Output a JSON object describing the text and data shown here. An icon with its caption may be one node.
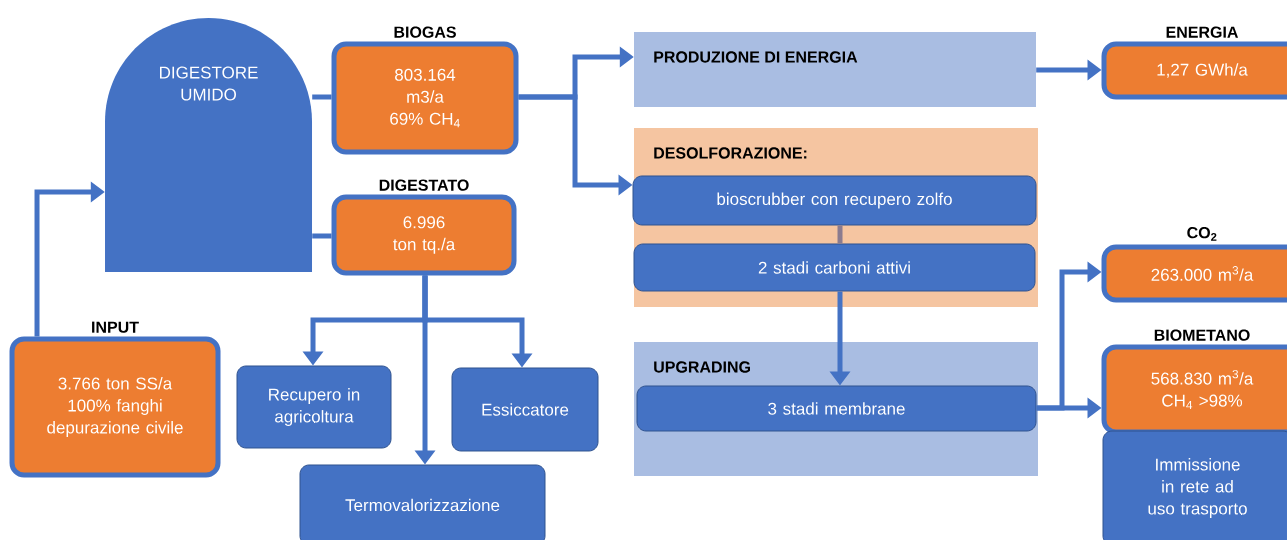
{
  "diagram": {
    "nodes": [
      {
        "text": [
          "DIGESTORE UMIDO"
        ]
      },
      {
        "text": [
          "BIOGAS",
          "803.164 m3/a 69% CH$_{4}$"
        ]
      },
      {
        "text": [
          "DIGESTATO",
          "6.996 ton tq./a"
        ]
      },
      {
        "text": [
          "INPUT",
          "3.766 ton SS/a 100% fanghi depurazione civile"
        ]
      },
      {
        "text": [
          "Recupero in agricoltura"
        ]
      },
      {
        "text": [
          "Essiccatore"
        ]
      },
      {
        "text": [
          "Termovalorizzazione"
        ]
      },
      {
        "text": [
          "PRODUZIONE DI ENERGIA"
        ]
      },
      {
        "text": [
          "DESOLFORAZIONE:"
        ]
      },
      {
        "text": [
          "bioscrubber con recupero zolfo"
        ],
        "in": 8
      },
      {
        "text": [
          "2 stadi carboni attivi"
        ],
        "in": 8
      },
      {
        "text": [
          "UPGRADING"
        ]
      },
      {
        "text": [
          "3 stadi membrane"
        ],
        "in": 11
      },
      {
        "text": [
          "ENERGIA",
          "1,27 GWh/a"
        ]
      },
      {
        "text": [
          "CO$_{2}$",
          "263.000 m$^{3}$/a"
        ]
      },
      {
        "text": [
          "BIOMETANO",
          "568.830 m$^{3}$/a CH$_{4}$ >98%"
        ]
      },
      {
        "text": [
          "Immissione in rete ad uso trasporto"
        ]
      }
    ],
    "edges": [
      {
        "from": 3,
        "to": 0,
        "arrow": "to"
      },
      {
        "from": 0,
        "to": 1,
        "arrow": "none"
      },
      {
        "from": 0,
        "to": 2,
        "arrow": "none"
      },
      {
        "from": 1,
        "to": 7,
        "arrow": "to"
      },
      {
        "from": 1,
        "to": 9,
        "arrow": "to"
      },
      {
        "from": 2,
        "to": 4,
        "arrow": "to"
      },
      {
        "from": 2,
        "to": 6,
        "arrow": "to"
      },
      {
        "from": 2,
        "to": 5,
        "arrow": "to"
      },
      {
        "from": 9,
        "to": 10,
        "arrow": "none",
        "color": "#8a7b8f"
      },
      {
        "from": 10,
        "to": 12,
        "arrow": "to"
      },
      {
        "from": 7,
        "to": 13,
        "arrow": "to"
      },
      {
        "from": 12,
        "to": 15,
        "arrow": "to"
      },
      {
        "from": 12,
        "to": 14,
        "arrow": "to"
      }
    ]
  }
}
